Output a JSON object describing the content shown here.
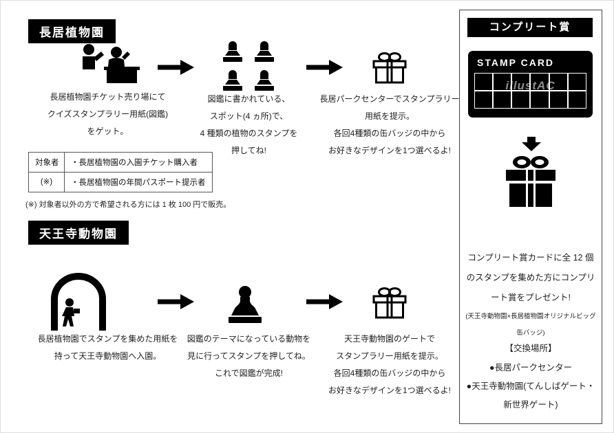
{
  "botanical": {
    "title": "長居植物園",
    "steps": [
      {
        "icon": "ticket-counter",
        "lines": [
          "長居植物園チケット売り場にて",
          "クイズスタンプラリー用紙(図鑑)",
          "をゲット。"
        ]
      },
      {
        "icon": "four-stamps",
        "lines": [
          "図鑑に書かれている、",
          "スポット(4 ヵ所)で、",
          "4 種類の植物のスタンプを",
          "押してね!"
        ]
      },
      {
        "icon": "gift",
        "lines": [
          "長居パークセンターでスタンプラリー",
          "用紙を提示。",
          "各回4種類の缶バッジの中から",
          "お好きなデザインを1つ選べるよ!"
        ]
      }
    ],
    "eligibility": {
      "header": [
        "対象者",
        "(※)"
      ],
      "rows": [
        "・長居植物園の入園チケット購入者",
        "・長居植物園の年間パスポート提示者"
      ]
    },
    "note": "(※) 対象者以外の方で希望される方には 1 枚 100 円で販売。"
  },
  "zoo": {
    "title": "天王寺動物園",
    "steps": [
      {
        "icon": "flower-gate",
        "lines": [
          "長居植物園でスタンプを集めた用紙を",
          "持って天王寺動物園へ入園。"
        ]
      },
      {
        "icon": "stamp",
        "lines": [
          "図鑑のテーマになっている動物を",
          "見に行ってスタンプを押してね。",
          "これで図鑑が完成!"
        ]
      },
      {
        "icon": "gift",
        "lines": [
          "天王寺動物園のゲートで",
          "スタンプラリー用紙を提示。",
          "各回4種類の缶バッジの中から",
          "お好きなデザインを1つ選べるよ!"
        ]
      }
    ]
  },
  "sidebar": {
    "title": "コンプリート賞",
    "stamp_card": {
      "title": "STAMP CARD",
      "watermark": "illustAC",
      "cells": 12
    },
    "description": [
      "コンプリート賞カードに全 12 個",
      "のスタンプを集めた方にコンプリ",
      "ート賞をプレゼント!"
    ],
    "prize_note": [
      "(天王寺動物園×長居植物園オリジナルビッグ",
      "缶バッジ)"
    ],
    "exchange_heading": "【交換場所】",
    "locations": [
      "●長居パークセンター",
      "●天王寺動物園(てんしばゲート・",
      "新世界ゲート)"
    ]
  }
}
